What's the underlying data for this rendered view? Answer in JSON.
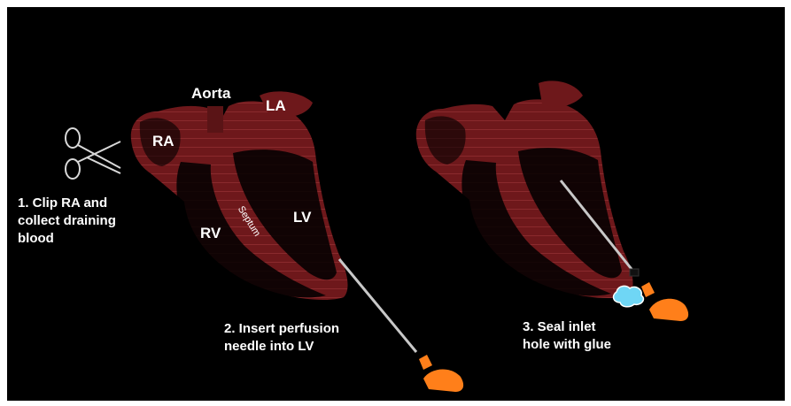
{
  "labels": {
    "aorta": "Aorta",
    "la": "LA",
    "ra": "RA",
    "rv": "RV",
    "lv": "LV",
    "septum": "Septum"
  },
  "steps": [
    {
      "line1": "1. Clip RA and",
      "line2": "collect draining",
      "line3": "blood"
    },
    {
      "line1": "2. Insert perfusion",
      "line2": "needle into LV"
    },
    {
      "line1": "3. Seal inlet",
      "line2": "hole with glue"
    }
  ],
  "colors": {
    "background": "#000000",
    "tissue": "#7a1c1f",
    "tissue_dark": "#4a1012",
    "needle": "#c8c8c8",
    "hub": "#ff7f1a",
    "glue": "#6fd6f5",
    "text": "#ffffff"
  },
  "icons": [
    "scissors-icon",
    "needle-hub-icon",
    "glue-blob-icon"
  ]
}
